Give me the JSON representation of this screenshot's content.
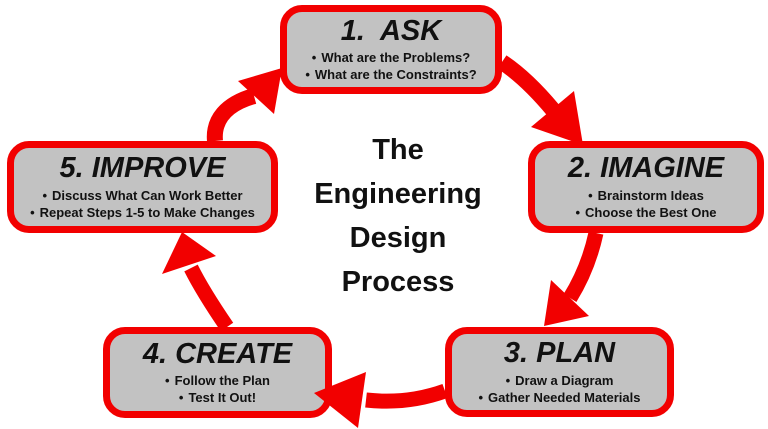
{
  "title": {
    "lines": [
      "The",
      "Engineering",
      "Design",
      "Process"
    ]
  },
  "glyphs": {
    "bullet": "•"
  },
  "colors": {
    "red": "#f20000",
    "box_fill": "#c2c2c2",
    "text": "#111111"
  },
  "steps": [
    {
      "id": "ask",
      "title": "1.  ASK",
      "bullets": [
        "What are the Problems?",
        "What are the Constraints?"
      ]
    },
    {
      "id": "imagine",
      "title": "2. IMAGINE",
      "bullets": [
        "Brainstorm Ideas",
        "Choose the Best One"
      ]
    },
    {
      "id": "plan",
      "title": "3. PLAN",
      "bullets": [
        "Draw a Diagram",
        "Gather Needed Materials"
      ]
    },
    {
      "id": "create",
      "title": "4. CREATE",
      "bullets": [
        "Follow the Plan",
        "Test It Out!"
      ]
    },
    {
      "id": "improve",
      "title": "5. IMPROVE",
      "bullets": [
        "Discuss What Can Work Better",
        "Repeat Steps 1-5 to Make Changes"
      ]
    }
  ]
}
